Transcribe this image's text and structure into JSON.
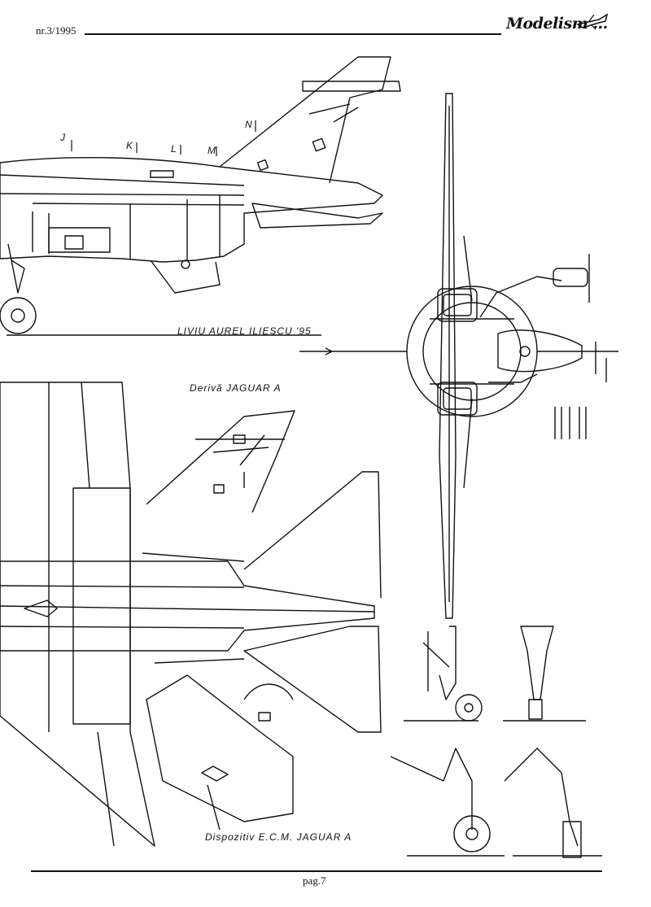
{
  "header": {
    "issue": "nr.3/1995",
    "logo": "Modelism ..."
  },
  "captions": {
    "author": "LIVIU AUREL ILIESCU '95",
    "fin_title": "Derivă JAGUAR A",
    "ecm_title": "Dispozitiv E.C.M. JAGUAR A"
  },
  "station_labels": [
    "J",
    "K",
    "L",
    "M",
    "N"
  ],
  "footer": {
    "page": "pag.7"
  }
}
